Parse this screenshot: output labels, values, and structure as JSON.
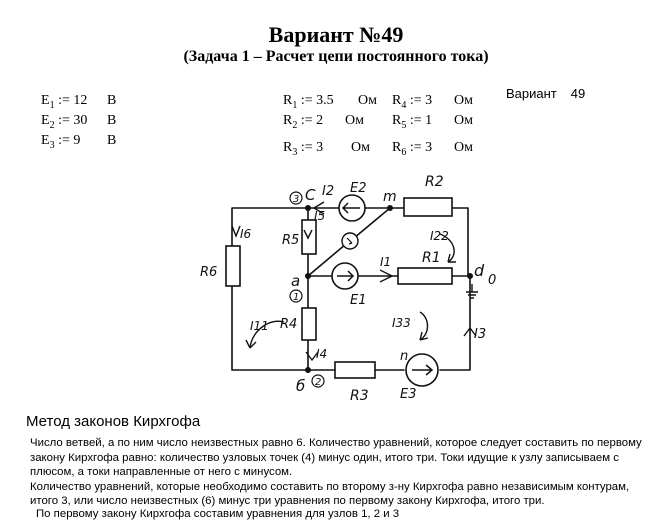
{
  "title": "Вариант №49",
  "subtitle": "(Задача 1 – Расчет цепи постоянного тока)",
  "variant_label": "Вариант",
  "variant_number": "49",
  "assign_op": ":=",
  "sources": [
    {
      "sym": "E",
      "sub": "1",
      "val": "12",
      "unit": "В"
    },
    {
      "sym": "E",
      "sub": "2",
      "val": "30",
      "unit": "В"
    },
    {
      "sym": "E",
      "sub": "3",
      "val": "9",
      "unit": "В"
    }
  ],
  "resistors_left": [
    {
      "sym": "R",
      "sub": "1",
      "val": "3.5",
      "unit": "Ом"
    },
    {
      "sym": "R",
      "sub": "2",
      "val": "2",
      "unit": "Ом"
    },
    {
      "sym": "R",
      "sub": "3",
      "val": "3",
      "unit": "Ом"
    }
  ],
  "resistors_right": [
    {
      "sym": "R",
      "sub": "4",
      "val": "3",
      "unit": "Ом"
    },
    {
      "sym": "R",
      "sub": "5",
      "val": "1",
      "unit": "Ом"
    },
    {
      "sym": "R",
      "sub": "6",
      "val": "3",
      "unit": "Ом"
    }
  ],
  "circuit": {
    "labels": {
      "node_c_num": "3",
      "node_c": "C",
      "node_m": "m",
      "node_a": "a",
      "node_a_num": "1",
      "node_b": "б",
      "node_b_num": "2",
      "node_d": "d",
      "node_d_num": "0",
      "node_n": "n",
      "I2": "I2",
      "E2": "E2",
      "R2": "R2",
      "I5": "I5",
      "R5": "R5",
      "I6": "I6",
      "R6": "R6",
      "I22": "I22",
      "R1": "R1",
      "I1": "I1",
      "E1": "E1",
      "I11": "I11",
      "R4": "R4",
      "I33": "I33",
      "I3": "I3",
      "I4": "I4",
      "R3": "R3",
      "E3": "E3"
    }
  },
  "method_heading": "Метод законов Кирхгофа",
  "paragraphs": [
    "Число ветвей, а по ним число неизвестных равно 6. Количество уравнений, которое следует составить по первому закону Кирхгофа равно: количество узловых точек (4) минус один, итого три. Токи идущие к узлу записываем  с плюсом, а токи направленные от него с минусом.",
    "Количество уравнений, которые необходимо составить по второму з-ну Кирхгофа равно независимым контурам, итого 3, или число неизвестных (6) минус три уравнения по  первому закону Кирхгофа, итого три."
  ],
  "cut_line": "По первому закону Кирхгофа составим уравнения для узлов 1, 2 и 3"
}
